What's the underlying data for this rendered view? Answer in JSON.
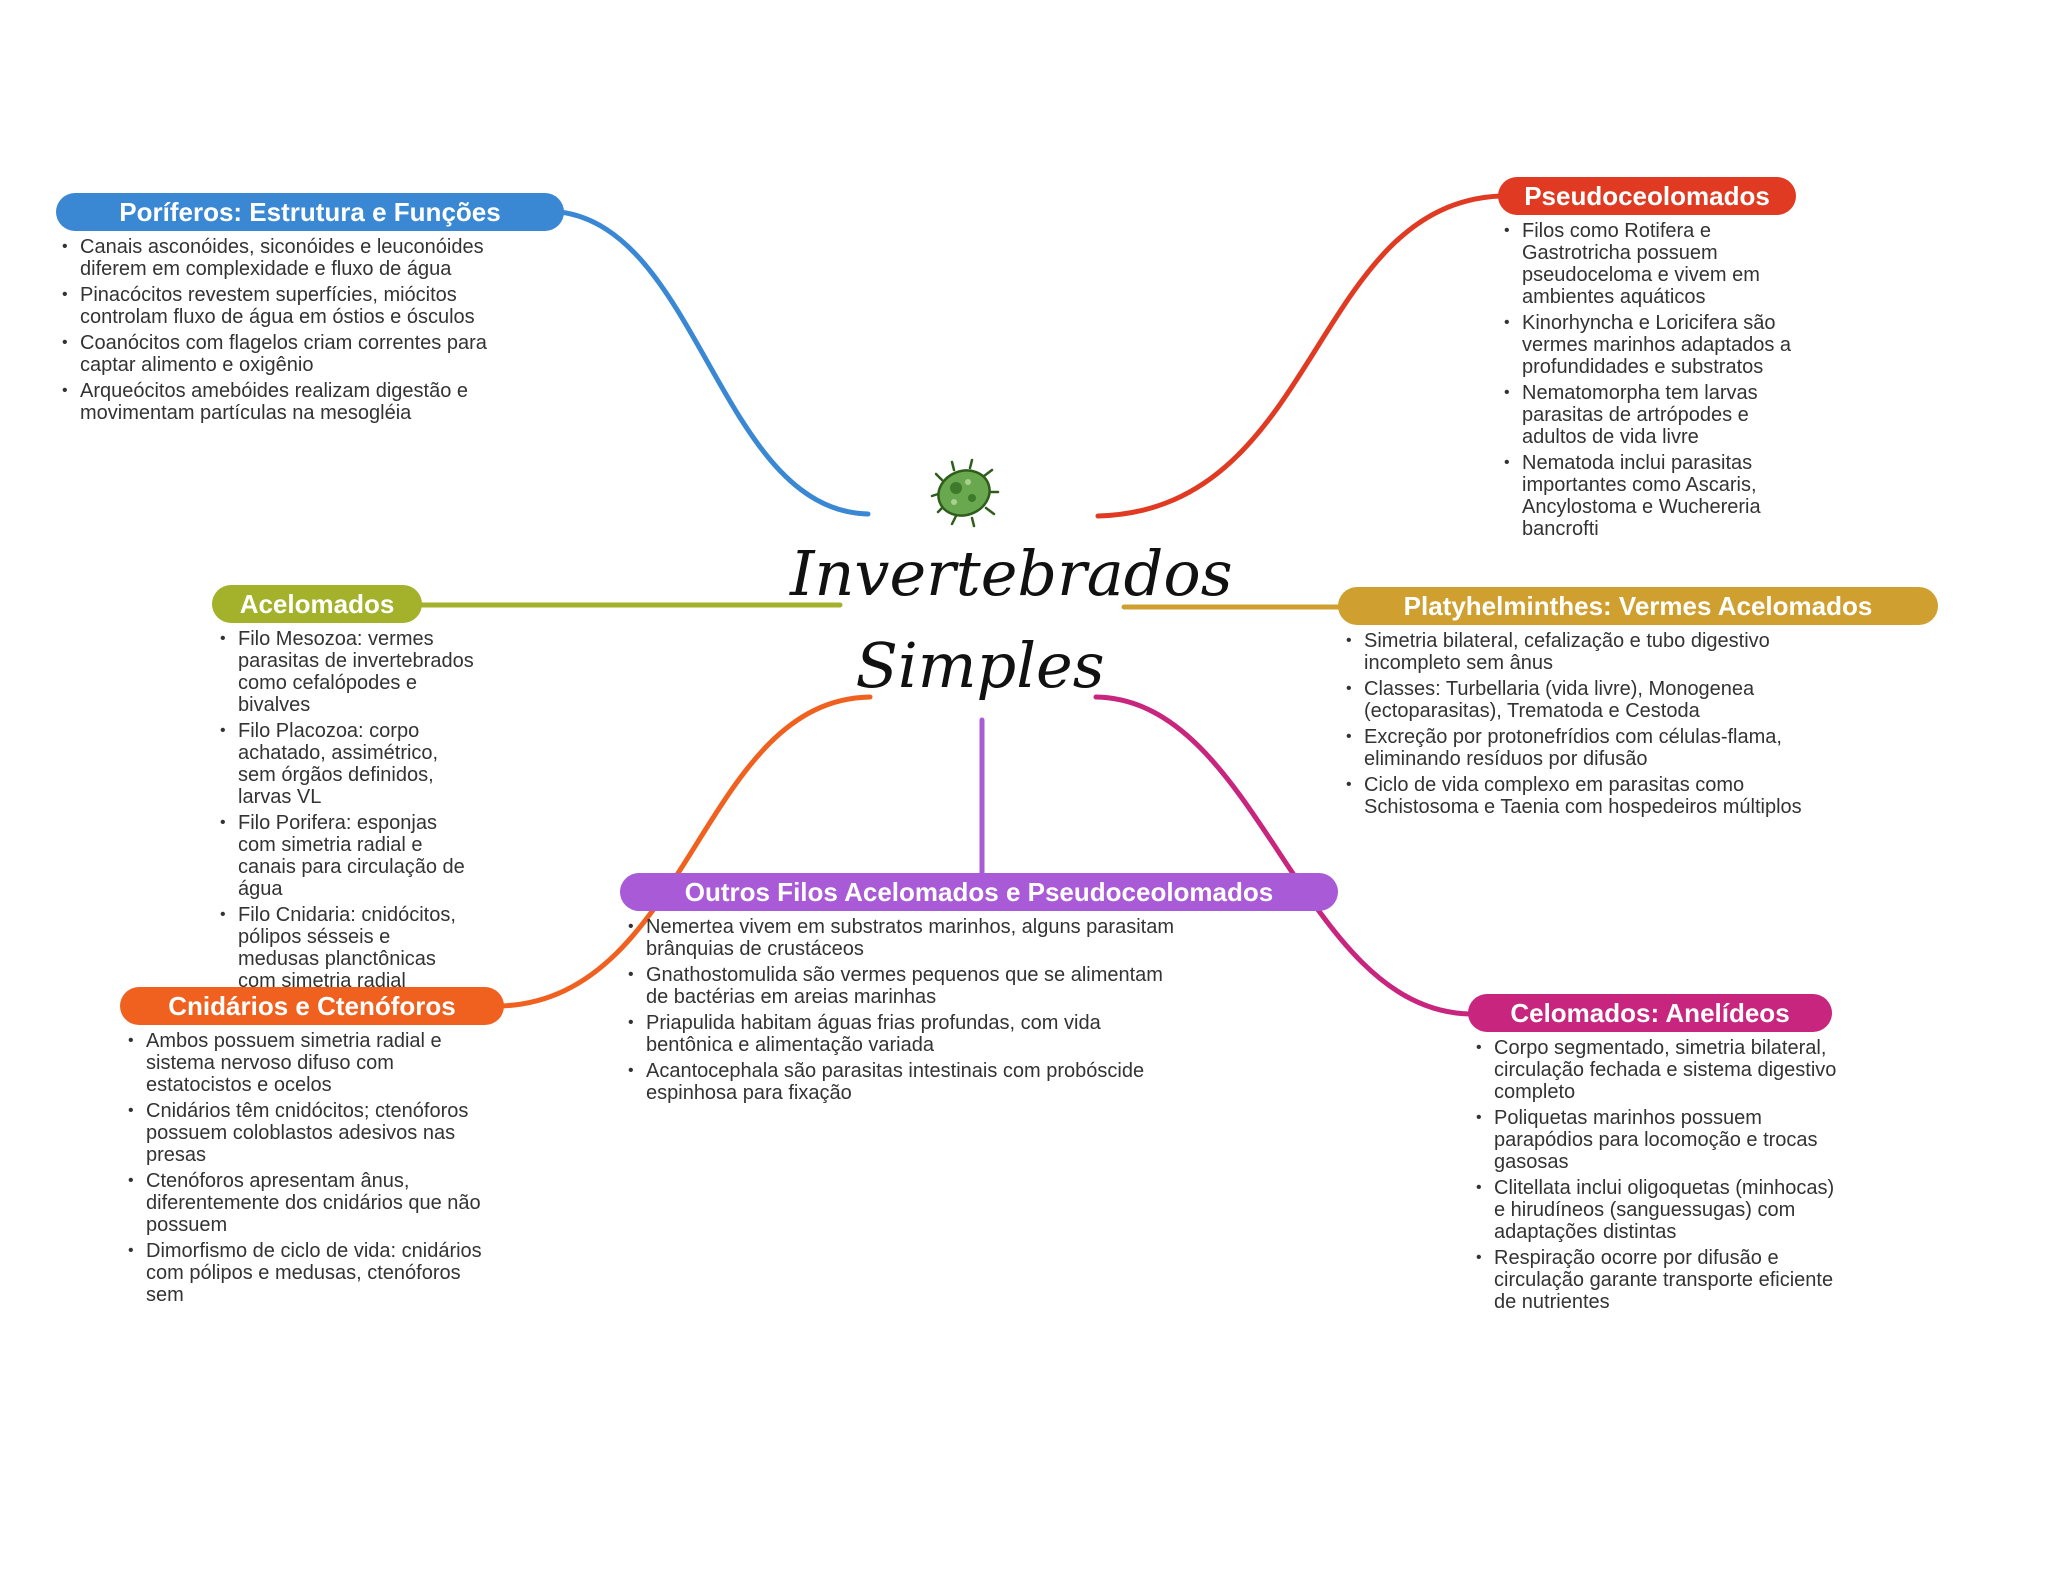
{
  "central": {
    "title_line1": "Invertebrados",
    "title_line2": "Simples",
    "icon": "microbe-icon"
  },
  "colors": {
    "poriferos": "#3a88d4",
    "pseudo": "#e03b22",
    "acelomados": "#a3b22a",
    "platy": "#cfa02f",
    "outros": "#a95ad6",
    "cnidarios": "#f0601f",
    "celomados": "#c8257e"
  },
  "topics": {
    "poriferos": {
      "title": "Poríferos: Estrutura e Funções",
      "items": [
        "Canais asconóides, siconóides e leuconóides diferem em complexidade e fluxo de água",
        "Pinacócitos revestem superfícies, miócitos controlam fluxo de água em óstios e ósculos",
        "Coanócitos com flagelos criam correntes para captar alimento e oxigênio",
        "Arqueócitos amebóides realizam digestão e movimentam partículas na mesogléia"
      ]
    },
    "pseudo": {
      "title": "Pseudoceolomados",
      "items": [
        "Filos como Rotifera e Gastrotricha possuem pseudoceloma e vivem em ambientes aquáticos",
        "Kinorhyncha e Loricifera são vermes marinhos adaptados a profundidades e substratos",
        "Nematomorpha tem larvas parasitas de artrópodes e adultos de vida livre",
        "Nematoda inclui parasitas importantes como Ascaris, Ancylostoma e Wuchereria bancrofti"
      ]
    },
    "acelomados": {
      "title": "Acelomados",
      "items": [
        "Filo Mesozoa: vermes parasitas de invertebrados como cefalópodes e bivalves",
        "Filo Placozoa: corpo achatado, assimétrico, sem órgãos definidos, larvas VL",
        "Filo Porifera: esponjas com simetria radial e canais para circulação de água",
        "Filo Cnidaria: cnidócitos, pólipos sésseis e medusas planctônicas com simetria radial"
      ]
    },
    "platy": {
      "title": "Platyhelminthes: Vermes Acelomados",
      "items": [
        "Simetria bilateral, cefalização e tubo digestivo incompleto sem ânus",
        "Classes: Turbellaria (vida livre), Monogenea (ectoparasitas), Trematoda e Cestoda",
        "Excreção por protonefrídios com células-flama, eliminando resíduos por difusão",
        "Ciclo de vida complexo em parasitas como Schistosoma e Taenia com hospedeiros múltiplos"
      ]
    },
    "outros": {
      "title": "Outros Filos Acelomados e Pseudoceolomados",
      "items": [
        "Nemertea vivem em substratos marinhos, alguns parasitam brânquias de crustáceos",
        "Gnathostomulida são vermes pequenos que se alimentam de bactérias em areias marinhas",
        "Priapulida habitam águas frias profundas, com vida bentônica e alimentação variada",
        "Acantocephala são parasitas intestinais com probóscide espinhosa para fixação"
      ]
    },
    "cnidarios": {
      "title": "Cnidários e Ctenóforos",
      "items": [
        "Ambos possuem simetria radial e sistema nervoso difuso com estatocistos e ocelos",
        "Cnidários têm cnidócitos; ctenóforos possuem coloblastos adesivos nas presas",
        "Ctenóforos apresentam ânus, diferentemente dos cnidários que não possuem",
        "Dimorfismo de ciclo de vida: cnidários com pólipos e medusas, ctenóforos sem"
      ]
    },
    "celomados": {
      "title": "Celomados: Anelídeos",
      "items": [
        "Corpo segmentado, simetria bilateral, circulação fechada e sistema digestivo completo",
        "Poliquetas marinhos possuem parapódios para locomoção e trocas gasosas",
        "Clitellata inclui oligoquetas (minhocas) e hirudíneos (sanguessugas) com adaptações distintas",
        "Respiração ocorre por difusão e circulação garante transporte eficiente de nutrientes"
      ]
    }
  }
}
